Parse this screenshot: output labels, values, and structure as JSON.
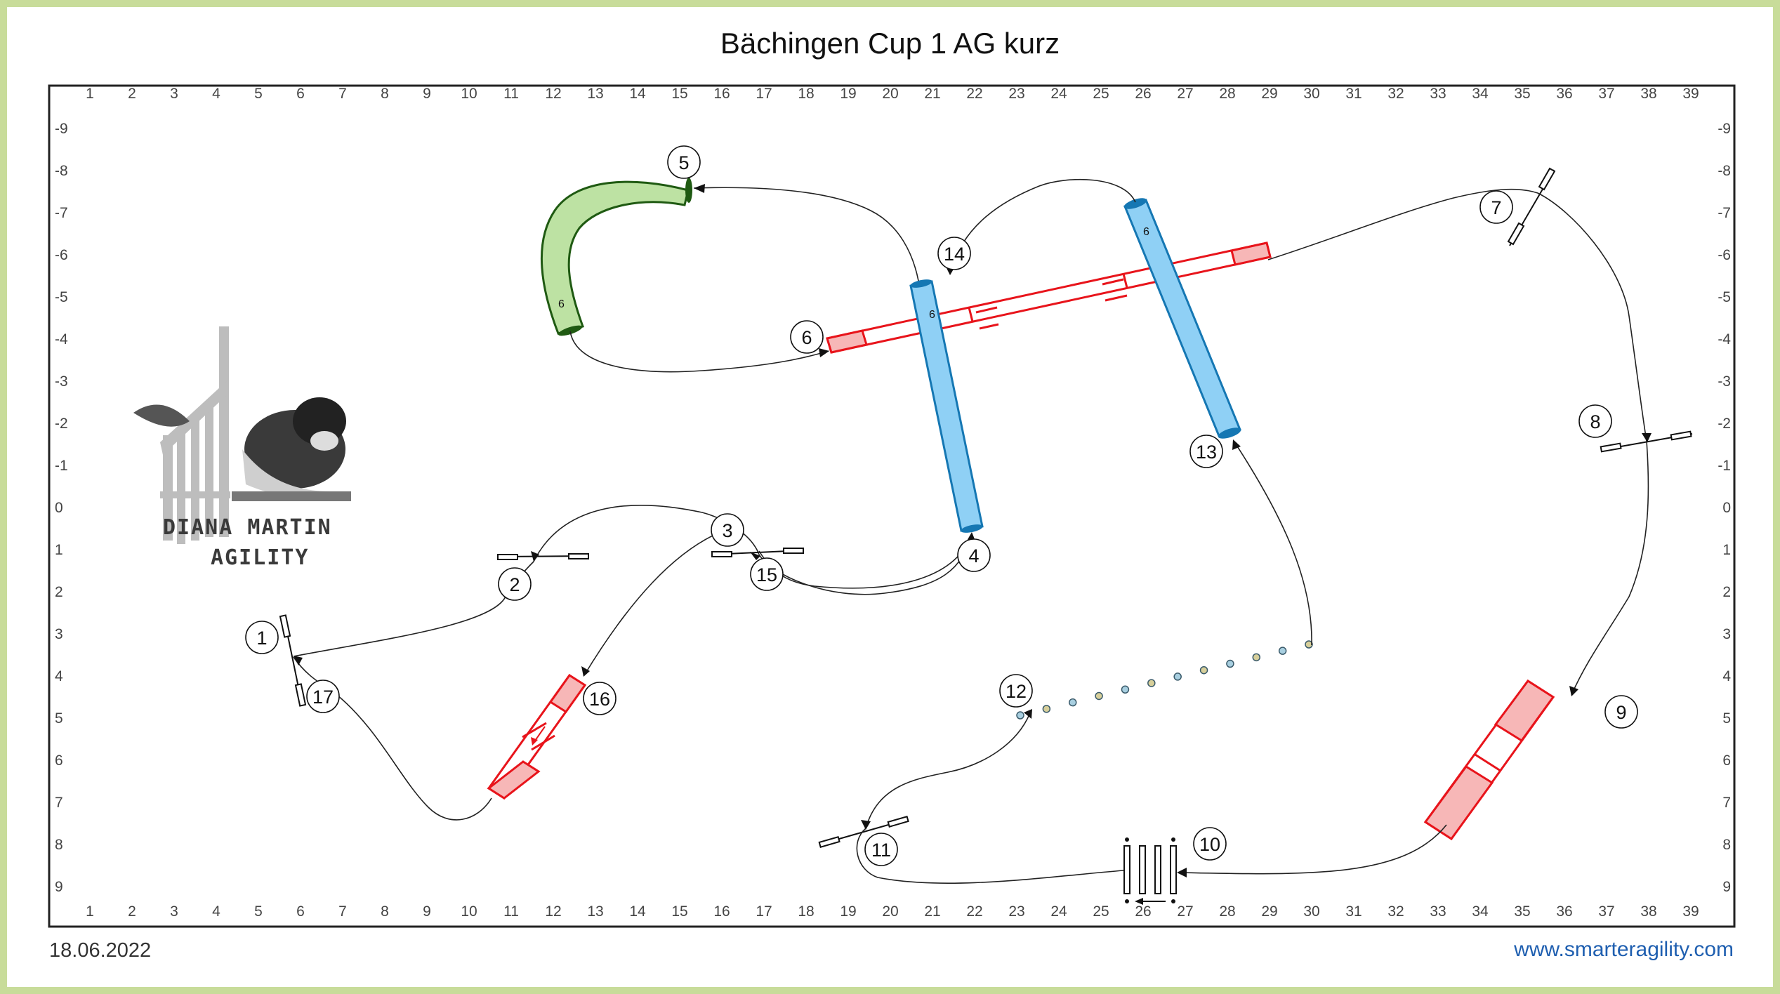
{
  "title": "Bächingen Cup 1 AG kurz",
  "date": "18.06.2022",
  "website": "www.smarteragility.com",
  "grid": {
    "x_labels": [
      "1",
      "2",
      "3",
      "4",
      "5",
      "6",
      "7",
      "8",
      "9",
      "10",
      "11",
      "12",
      "13",
      "14",
      "15",
      "16",
      "17",
      "18",
      "19",
      "20",
      "21",
      "22",
      "23",
      "24",
      "25",
      "26",
      "27",
      "28",
      "29",
      "30",
      "31",
      "32",
      "33",
      "34",
      "35",
      "36",
      "37",
      "38",
      "39"
    ],
    "y_labels": [
      "-9",
      "-8",
      "-7",
      "-6",
      "-5",
      "-4",
      "-3",
      "-2",
      "-1",
      "0",
      "1",
      "2",
      "3",
      "4",
      "5",
      "6",
      "7",
      "8",
      "9"
    ]
  },
  "logo": {
    "line1": "DIANA MARTIN",
    "line2": "AGILITY"
  },
  "obstacles": {
    "tunnel_label": "6",
    "numbers": [
      "1",
      "2",
      "3",
      "4",
      "5",
      "6",
      "7",
      "8",
      "9",
      "10",
      "11",
      "12",
      "13",
      "14",
      "15",
      "16",
      "17"
    ]
  },
  "colors": {
    "border": "#c8dc9a",
    "dogwalk": "#e8141b",
    "dogwalk_fill": "#f7b7b7",
    "tunnel_blue": "#8fd0f5",
    "tunnel_blue_end": "#1577b3",
    "tunnel_green": "#bde2a3",
    "tunnel_green_end": "#1f5a12",
    "website": "#1f5fb0"
  }
}
